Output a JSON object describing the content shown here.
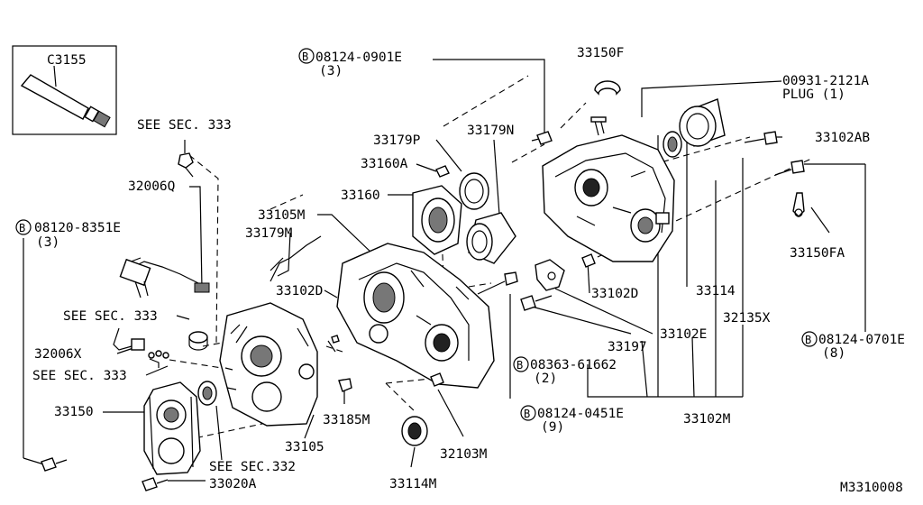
{
  "diagram_id": "M3310008",
  "labels": {
    "c3155": "C3155",
    "see_sec_333_top": "SEE SEC. 333",
    "bolt_0901_num": "08124-0901E",
    "bolt_0901_qty": "(3)",
    "l_33150f": "33150F",
    "l_00931": "00931-2121A",
    "l_plug": "PLUG (1)",
    "l_33102ab": "33102AB",
    "l_33179p": "33179P",
    "l_33179n": "33179N",
    "l_33160a": "33160A",
    "l_33160": "33160",
    "l_32006q": "32006Q",
    "l_33105m": "33105M",
    "l_33179m": "33179M",
    "bolt_8351_num": "08120-8351E",
    "bolt_8351_qty": "(3)",
    "l_33102d_left": "33102D",
    "l_33102d_right": "33102D",
    "l_33150fa": "33150FA",
    "see_sec_333_mid": "SEE SEC. 333",
    "l_32006x": "32006X",
    "see_sec_333_low": "SEE SEC. 333",
    "l_33114": "33114",
    "l_32135x": "32135X",
    "l_33197": "33197",
    "l_33102e": "33102E",
    "bolt_0701_num": "08124-0701E",
    "bolt_0701_qty": "(8)",
    "bolt_61662_num": "08363-61662",
    "bolt_61662_qty": "(2)",
    "l_33150": "33150",
    "l_33185m": "33185M",
    "bolt_0451_num": "08124-0451E",
    "bolt_0451_qty": "(9)",
    "l_33102m": "33102M",
    "l_33105": "33105",
    "l_32103m": "32103M",
    "see_sec_332": "SEE SEC.332",
    "l_33020a": "33020A",
    "l_33114m": "33114M",
    "bolt_marker": "B"
  }
}
